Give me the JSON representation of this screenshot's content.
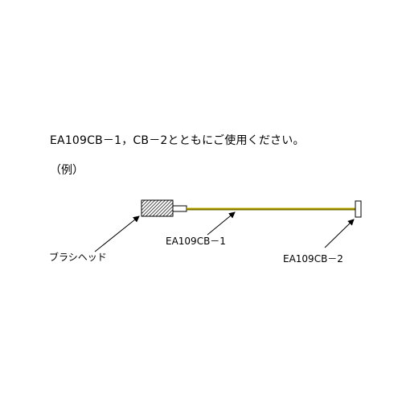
{
  "caption": "EA109CB－1，CB－2とともにご使用ください。",
  "example_label": "（例）",
  "labels": {
    "brush_head": "ブラシヘッド",
    "cb1": "EA109CB－1",
    "cb2": "EA109CB－2"
  },
  "colors": {
    "rod": "#807400",
    "rod_highlight": "#c8b800",
    "outline": "#000000"
  }
}
